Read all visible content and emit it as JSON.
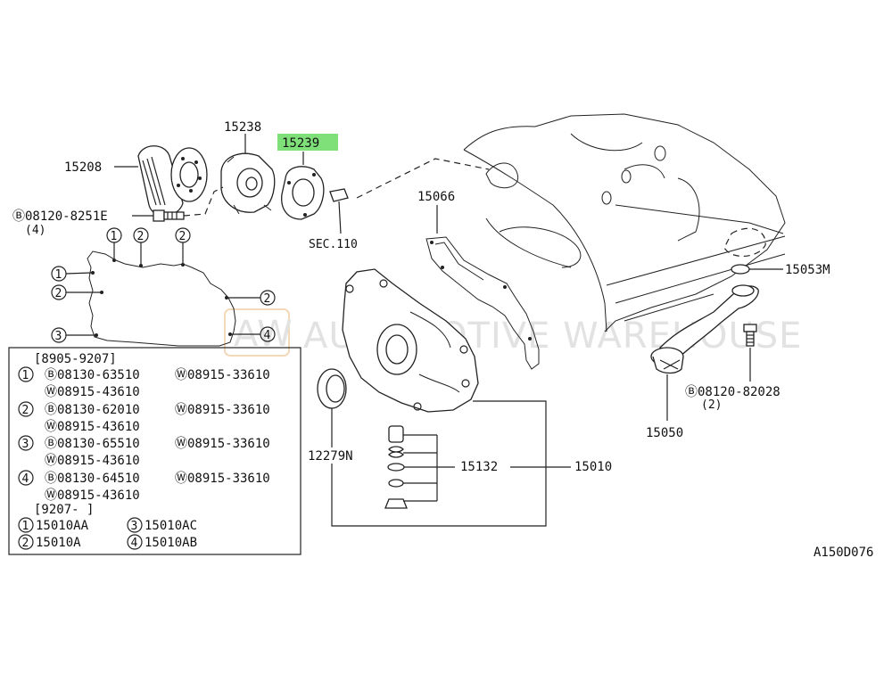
{
  "parts": {
    "oil_filter": "15208",
    "filter_bracket": "15238",
    "gasket": "15239",
    "bolt_b_top": "Ⓑ08120-8251E",
    "bolt_b_top_qty": "(4)",
    "sec110": "SEC.110",
    "front_cover_gasket": "15066",
    "oil_seal": "12279N",
    "relief_valve": "15132",
    "oil_pump": "15010",
    "strainer_gasket": "15053M",
    "strainer": "15050",
    "bolt_b_bottom": "Ⓑ08120-82028",
    "bolt_b_bottom_qty": "(2)",
    "figure_code": "A150D076"
  },
  "highlight": {
    "part": "15239",
    "color": "#7fe07a"
  },
  "callouts": [
    "1",
    "2",
    "2",
    "1",
    "2",
    "2",
    "3",
    "4"
  ],
  "table": {
    "range1": "[8905-9207]",
    "rows": [
      {
        "num": "1",
        "b": "Ⓑ08130-63510",
        "w1": "Ⓦ08915-33610",
        "w2": "Ⓦ08915-43610"
      },
      {
        "num": "2",
        "b": "Ⓑ08130-62010",
        "w1": "Ⓦ08915-33610",
        "w2": "Ⓦ08915-43610"
      },
      {
        "num": "3",
        "b": "Ⓑ08130-65510",
        "w1": "Ⓦ08915-33610",
        "w2": "Ⓦ08915-43610"
      },
      {
        "num": "4",
        "b": "Ⓑ08130-64510",
        "w1": "Ⓦ08915-33610",
        "w2": "Ⓦ08915-43610"
      }
    ],
    "range2": "[9207-        ]",
    "pumps": [
      {
        "num": "1",
        "code": "15010AA"
      },
      {
        "num": "3",
        "code": "15010AC"
      },
      {
        "num": "2",
        "code": "15010A"
      },
      {
        "num": "4",
        "code": "15010AB"
      }
    ]
  },
  "watermark": {
    "logo": "AW",
    "text": "AUTOMOTIVE WAREHOUSE",
    "color": "#e0e0e0"
  }
}
